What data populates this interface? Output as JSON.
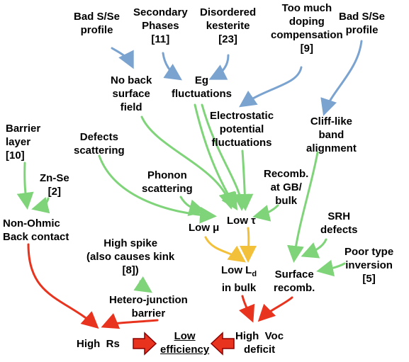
{
  "colors": {
    "blue": "#7ba3d0",
    "green": "#7fd47a",
    "yellow": "#f3c03a",
    "red": "#e8341f",
    "big_arrow": "#e8341f",
    "big_arrow_stroke": "#8b0000"
  },
  "nodes": {
    "bad_s_se_profile_1": "Bad S/Se\nprofile",
    "secondary_phases": "Secondary\nPhases\n[11]",
    "disordered_kesterite": "Disordered\nkesterite\n[23]",
    "too_much_doping": "Too much\ndoping\ncompensation\n[9]",
    "bad_s_se_profile_2": "Bad S/Se\nprofile",
    "no_back_surface_field": "No back\nsurface\nfield",
    "eg_fluctuations": "Eg\nfluctuations",
    "electrostatic": "Electrostatic\npotential\nfluctuations",
    "cliff_like": "Cliff-like\nband\nalignment",
    "barrier_layer": "Barrier\nlayer\n[10]",
    "defects_scattering": "Defects\nscattering",
    "zn_se": "Zn-Se\n[2]",
    "phonon_scattering": "Phonon\nscattering",
    "recomb_gb": "Recomb.\nat GB/\nbulk",
    "non_ohmic": "Non-Ohmic\nBack contact",
    "low_mu": "Low μ",
    "low_tau": "Low τ",
    "srh_defects": "SRH\ndefects",
    "high_spike": "High spike\n(also causes kink\n[8])",
    "low_ld_main": "Low L",
    "low_ld_sub": "d",
    "low_ld_rest": "in bulk",
    "poor_type_inversion": "Poor type\ninversion\n[5]",
    "surface_recomb": "Surface\nrecomb.",
    "hetero_junction": "Hetero-junction\nbarrier",
    "high_rs": "High  Rs",
    "low_efficiency": "Low\nefficiency",
    "high_voc": "High  Voc\ndeficit"
  }
}
